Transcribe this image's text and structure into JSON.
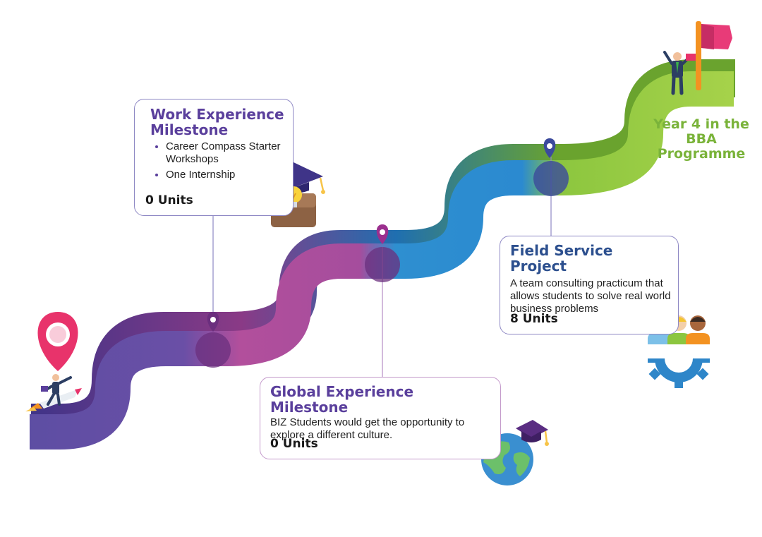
{
  "colors": {
    "indigo": "#5d4ea3",
    "magenta": "#b24f9c",
    "blue": "#2e8fd0",
    "green": "#8cc63f",
    "title_purple": "#5a3f9c",
    "field_title": "#2c4f8e",
    "end_green": "#7ab33a",
    "pin_red": "#e8336b",
    "flag_pink": "#e83b78",
    "flag_pole": "#f39221"
  },
  "work": {
    "title": "Work Experience Milestone",
    "bullets": [
      "Career Compass Starter Workshops",
      "One Internship"
    ],
    "units": "0 Units"
  },
  "global": {
    "title": "Global Experience Milestone",
    "body": "BIZ Students would get the opportunity to explore a different culture.",
    "units": "0 Units"
  },
  "field": {
    "title": "Field Service Project",
    "body": "A team consulting practicum that allows students to solve real world business problems",
    "units": "8 Units"
  },
  "end_label": "Year 4 in the BBA Programme",
  "icons": {
    "start": "location-pin-icon",
    "rocket": "rocket-businessman-icon",
    "briefcase": "graduation-briefcase-icon",
    "globe": "globe-graduation-icon",
    "team": "team-gear-icon",
    "finish": "businessman-flag-icon"
  }
}
